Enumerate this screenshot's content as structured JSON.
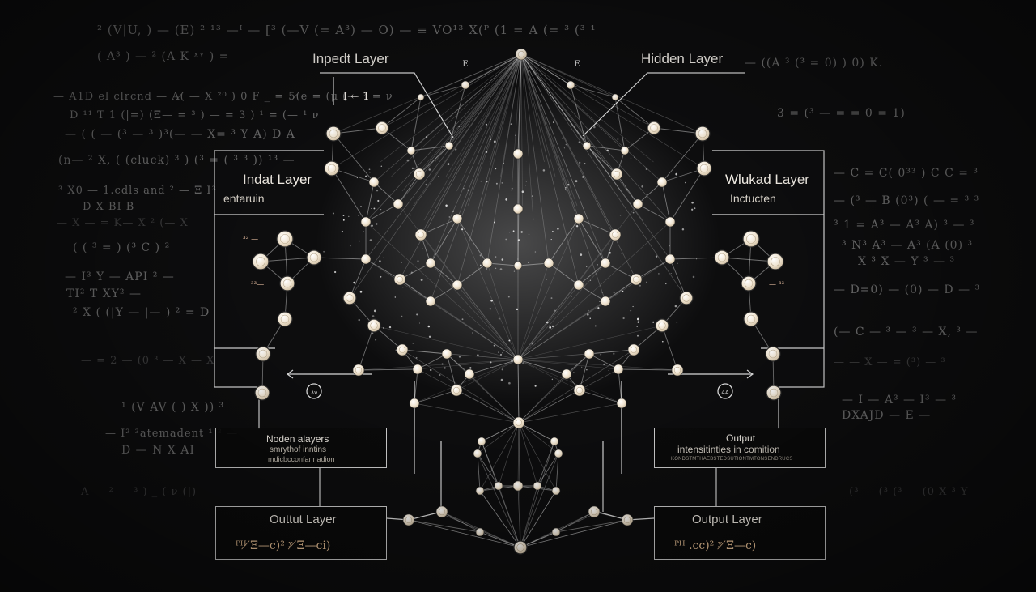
{
  "labels": {
    "top_left": "Inpedt Layer",
    "top_left_sub": "I ← 1",
    "top_right": "Hidden Layer",
    "mid_left_title": "Indat Layer",
    "mid_left_sub": "entaruin",
    "mid_right_title": "Wlukad Layer",
    "mid_right_sub": "Inctucten",
    "node_box_title": "Noden alayers",
    "node_box_line1": "smrythof inntins",
    "node_box_line2": "mdicbcconfannadion",
    "output_box_title": "Output",
    "output_box_line1": "intensitinties in comition",
    "output_box_line2": "KONDSTMTHAEBSTEDSUTIONTMTONSENDRUCS",
    "bottom_left_title": "Outtut Layer",
    "bottom_left_formula": "ᴾᴴ  ̸Ξ—c)² ʸ  ̸Ξ—ci)",
    "bottom_right_title": "Output Layer",
    "bottom_right_formula": "ᴾᴴ  .cc)² ʸ  ̸Ξ—c)",
    "top_marker_left": "E",
    "top_marker_right": "E",
    "circle_left": "λν",
    "circle_right": "4A",
    "side_left_1": "³² —",
    "side_left_2": "³³—",
    "side_right_1": "— ³³"
  },
  "background_math": [
    "²  (V|U, ) — (E)  ² ¹³ —ᴵ — [³ (—V (= A³)  — O) — ≡ VO¹³  X(ᴾ (1 = A (= ³ (³ ¹",
    "( A³ )  — ² (A K ˣʸ )  =",
    "—  A1D  el clrcnd  —  A(̸ — X ²⁰ ) 0 F _ = 5(̸e = (μ (— ² = ν",
    "D  ¹¹ T  1    (|=) (Ξ— = ³ ) — = 3 ) ¹ = (— ¹  ν",
    "— ( (  — (³ — ³ )³(— — X= ³ Y A) D   A",
    "(n— ² X, ( (cluck) ³ ) (³ = ( ³ ³ )) ¹³  —",
    "³ X0  — 1.cdls  and ² — Ξ I³",
    "D   X  BI    B",
    "— X — = K— X  ² (— X",
    "( ( ³ = ) (³ C  )  ²",
    "— I³ Y — API  ²  —",
    "TI² T    XY²  —",
    "² X ( (|Y — |— ) ² = D",
    "— = 2 — (0 ³ — X — X",
    "¹  (V  AV  ( )  X )) ³",
    "— I²  ³atemadent ¹ ³ —",
    "D  —  N  X  AI",
    "A  — ² — ³  ) _ (  ν (|)",
    "— ((A ³ (³ = 0) ) 0)  K.",
    "3 = (³ — = = 0 =  1)",
    "— C = C( 0³³ ) C  C = ³",
    "— (³ — B (0³) ( — = ³ ³",
    "³ 1 = A³ — A³ A) ³ — ³",
    "³ N³ A³ — A³ (A  (0)  ³",
    "X ³ X — Y  ³  —  ³",
    "— D=0)  — (0) —  D —  ³",
    "(— C — ³ — ³ — X,  ³ —",
    "— — X — = (³) — ³",
    "— I — A³ — I³ — ³",
    "DXAJD — E  —",
    "— (³ — (³ (³ — (0 X ³ Y"
  ]
}
